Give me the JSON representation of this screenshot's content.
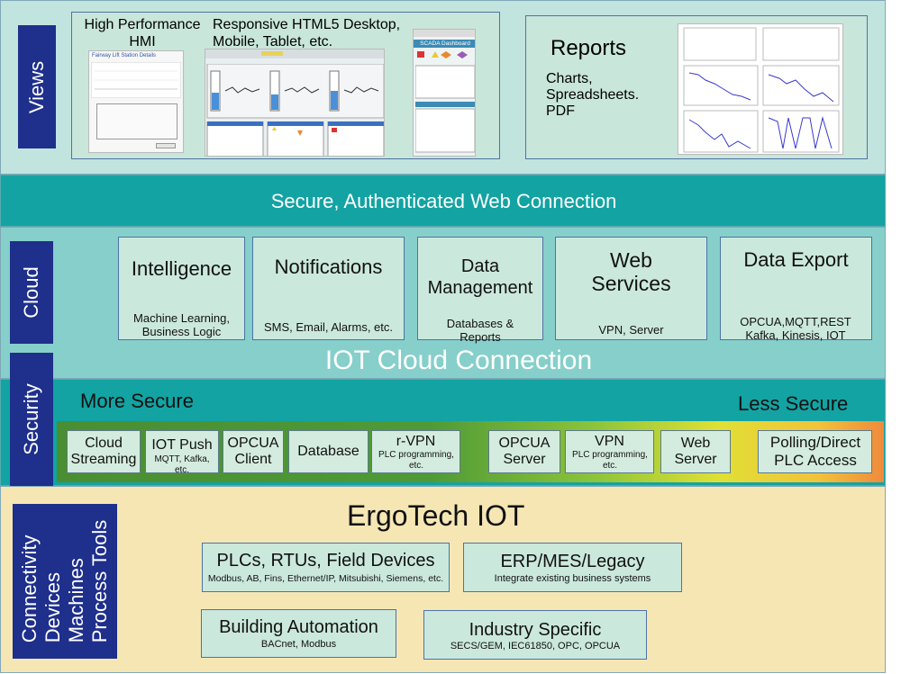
{
  "views": {
    "label": "Views",
    "hmi_title": "High Performance HMI",
    "html5_title": "Responsive HTML5 Desktop, Mobile, Tablet, etc.",
    "reports_title": "Reports",
    "reports_desc": "Charts, Spreadsheets. PDF"
  },
  "web_connection": "Secure, Authenticated Web Connection",
  "cloud": {
    "label": "Cloud",
    "cards": [
      {
        "title": "Intelligence",
        "sub": "Machine Learning, Business Logic"
      },
      {
        "title": "Notifications",
        "sub": "SMS, Email, Alarms, etc."
      },
      {
        "title": "Data Management",
        "sub": "Databases & Reports"
      },
      {
        "title": "Web Services",
        "sub": "VPN, Server"
      },
      {
        "title": "Data Export",
        "sub": "OPCUA,MQTT,REST Kafka, Kinesis, IOT"
      }
    ],
    "connection": "IOT Cloud Connection"
  },
  "security": {
    "label": "Security",
    "more": "More Secure",
    "less": "Less Secure",
    "items": [
      {
        "title": "Cloud Streaming",
        "sub": ""
      },
      {
        "title": "IOT Push",
        "sub": "MQTT, Kafka, etc."
      },
      {
        "title": "OPCUA Client",
        "sub": ""
      },
      {
        "title": "Database",
        "sub": ""
      },
      {
        "title": "r-VPN",
        "sub": "PLC programming, etc."
      },
      {
        "title": "OPCUA Server",
        "sub": ""
      },
      {
        "title": "VPN",
        "sub": "PLC programming, etc."
      },
      {
        "title": "Web Server",
        "sub": ""
      },
      {
        "title": "Polling/Direct PLC Access",
        "sub": ""
      }
    ]
  },
  "connectivity": {
    "label_lines": [
      "Connectivity",
      "Devices",
      "Machines",
      "Process Tools"
    ],
    "title": "ErgoTech IOT",
    "boxes": [
      {
        "title": "PLCs, RTUs, Field Devices",
        "sub": "Modbus, AB, Fins, Ethernet/IP, Mitsubishi, Siemens, etc."
      },
      {
        "title": "ERP/MES/Legacy",
        "sub": "Integrate existing business systems"
      },
      {
        "title": "Building Automation",
        "sub": "BACnet, Modbus"
      },
      {
        "title": "Industry Specific",
        "sub": "SECS/GEM, IEC61850, OPC, OPCUA"
      }
    ]
  },
  "screens": {
    "hmi_caption": "Fairway Lift Station Details",
    "scada_caption": "SCADA Dashboard"
  },
  "colors": {
    "views_band": "#c2e4df",
    "teal": "#13a3a3",
    "cloud_band": "#86cfca",
    "label_blue": "#1e2f8c",
    "connectivity_band": "#f5e6b4"
  }
}
